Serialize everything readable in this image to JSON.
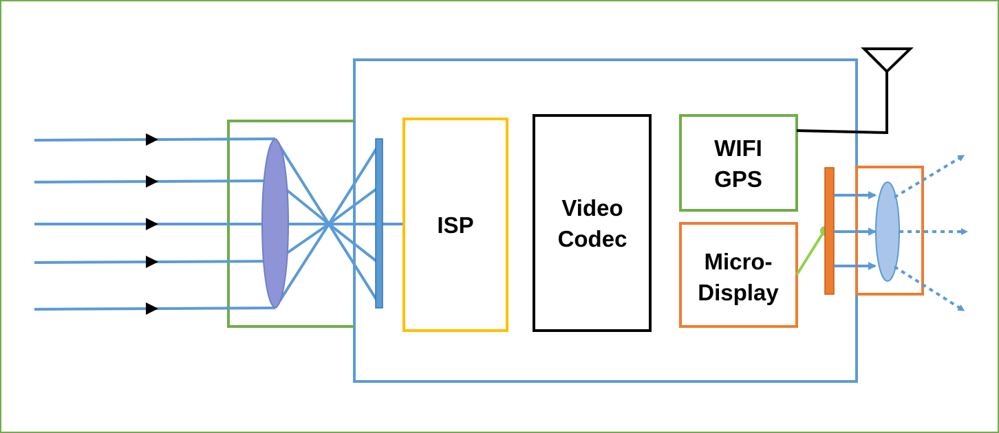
{
  "blocks": {
    "isp": {
      "label": "ISP"
    },
    "video_codec": {
      "line1": "Video",
      "line2": "Codec"
    },
    "wifi_gps": {
      "line1": "WIFI",
      "line2": "GPS"
    },
    "micro_display": {
      "line1": "Micro-",
      "line2": "Display"
    }
  },
  "colors": {
    "frame": "#70AD47",
    "device": "#5B9BD5",
    "light": "#5B9BD5",
    "lens_fill": "#8E94D6",
    "lens_stroke": "#6F7FC9",
    "lens_module": "#70AD47",
    "isp": "#FFC000",
    "codec": "#000000",
    "wifi_gps": "#70AD47",
    "micro_display": "#ED7D31",
    "display_panel": "#ED7D31",
    "eyepiece": "#ED7D31",
    "eyepiece_lens_fill": "#A9C6EA",
    "connector": "#92D050",
    "antenna": "#000000",
    "arrow_head": "#000000"
  },
  "icons": {
    "antenna": "antenna-icon",
    "arrow": "arrow-head-icon",
    "lens": "convex-lens-icon"
  }
}
